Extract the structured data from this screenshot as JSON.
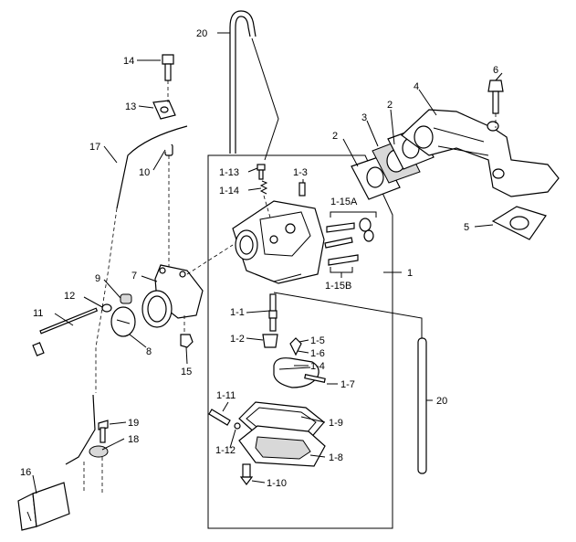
{
  "labels": {
    "p1": "1",
    "p1_1": "1-1",
    "p1_2": "1-2",
    "p1_3": "1-3",
    "p1_4": "1-4",
    "p1_5": "1-5",
    "p1_6": "1-6",
    "p1_7": "1-7",
    "p1_8": "1-8",
    "p1_9": "1-9",
    "p1_10": "1-10",
    "p1_11": "1-11",
    "p1_12": "1-12",
    "p1_13": "1-13",
    "p1_14": "1-14",
    "p1_15a": "1-15A",
    "p1_15b": "1-15B",
    "p2a": "2",
    "p2b": "2",
    "p3": "3",
    "p4": "4",
    "p5": "5",
    "p6": "6",
    "p7": "7",
    "p8": "8",
    "p9": "9",
    "p10": "10",
    "p11": "11",
    "p12": "12",
    "p13": "13",
    "p14": "14",
    "p15": "15",
    "p16": "16",
    "p17": "17",
    "p18": "18",
    "p19": "19",
    "p20a": "20",
    "p20b": "20"
  }
}
